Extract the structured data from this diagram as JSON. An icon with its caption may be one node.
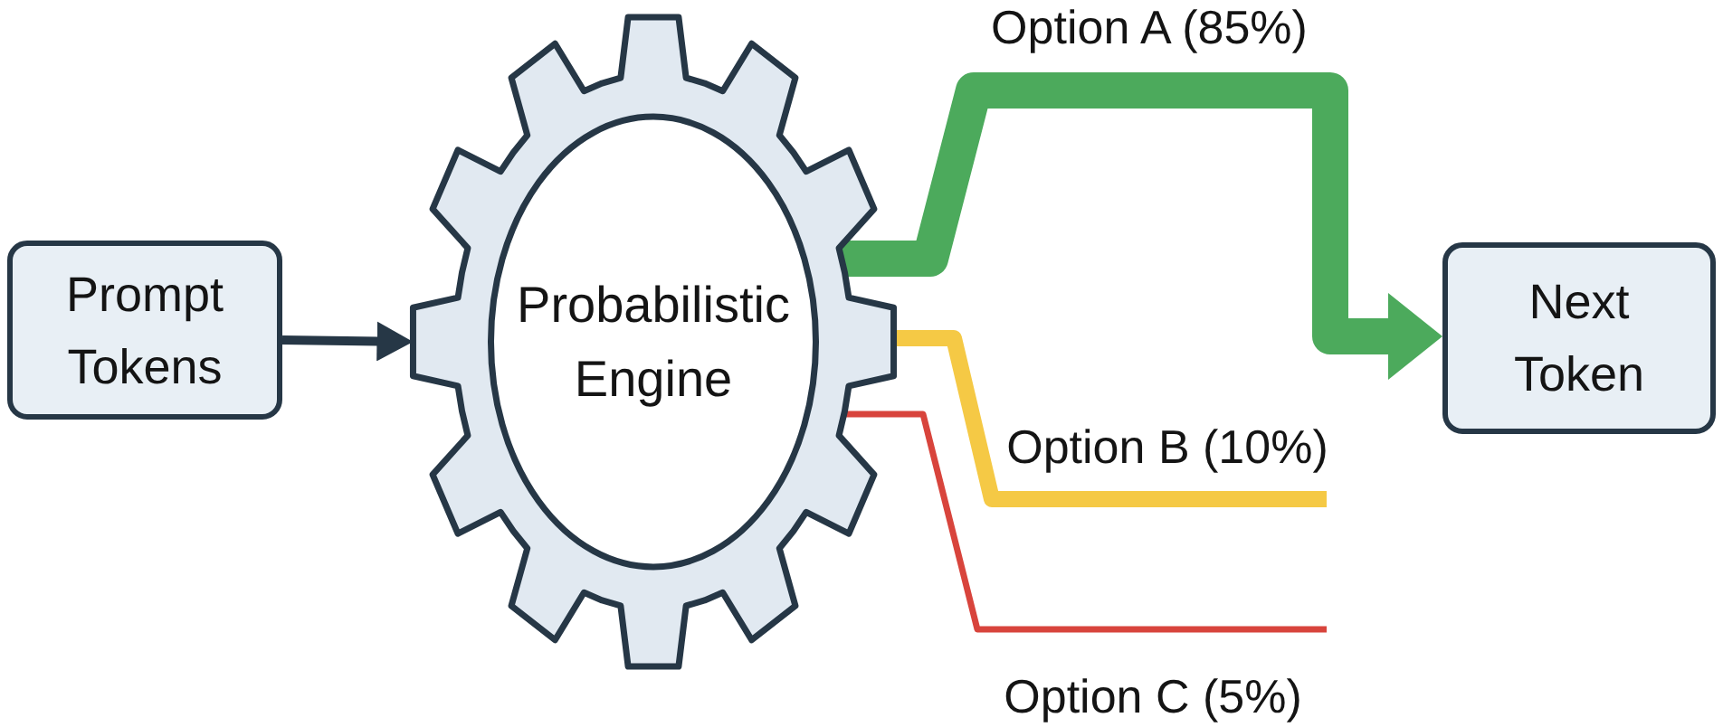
{
  "diagram": {
    "nodes": [
      {
        "text": [
          "Prompt Tokens"
        ]
      },
      {
        "text": [
          "Probabilistic Engine"
        ]
      },
      {
        "text": [
          "Next Token"
        ]
      }
    ],
    "edges": [
      {
        "from": 0,
        "to": 1,
        "arrow": "to"
      },
      {
        "from": 1,
        "to": 2,
        "arrow": "to",
        "label": "Option A (85%)",
        "style": "thick",
        "color": "#4caa5c"
      },
      {
        "from": 1,
        "to": null,
        "arrow": "none",
        "label": "Option B (10%)",
        "style": "thick",
        "color": "#f5c945"
      },
      {
        "from": 1,
        "to": null,
        "arrow": "none",
        "label": "Option C (5%)",
        "color": "#d8443c"
      }
    ]
  }
}
